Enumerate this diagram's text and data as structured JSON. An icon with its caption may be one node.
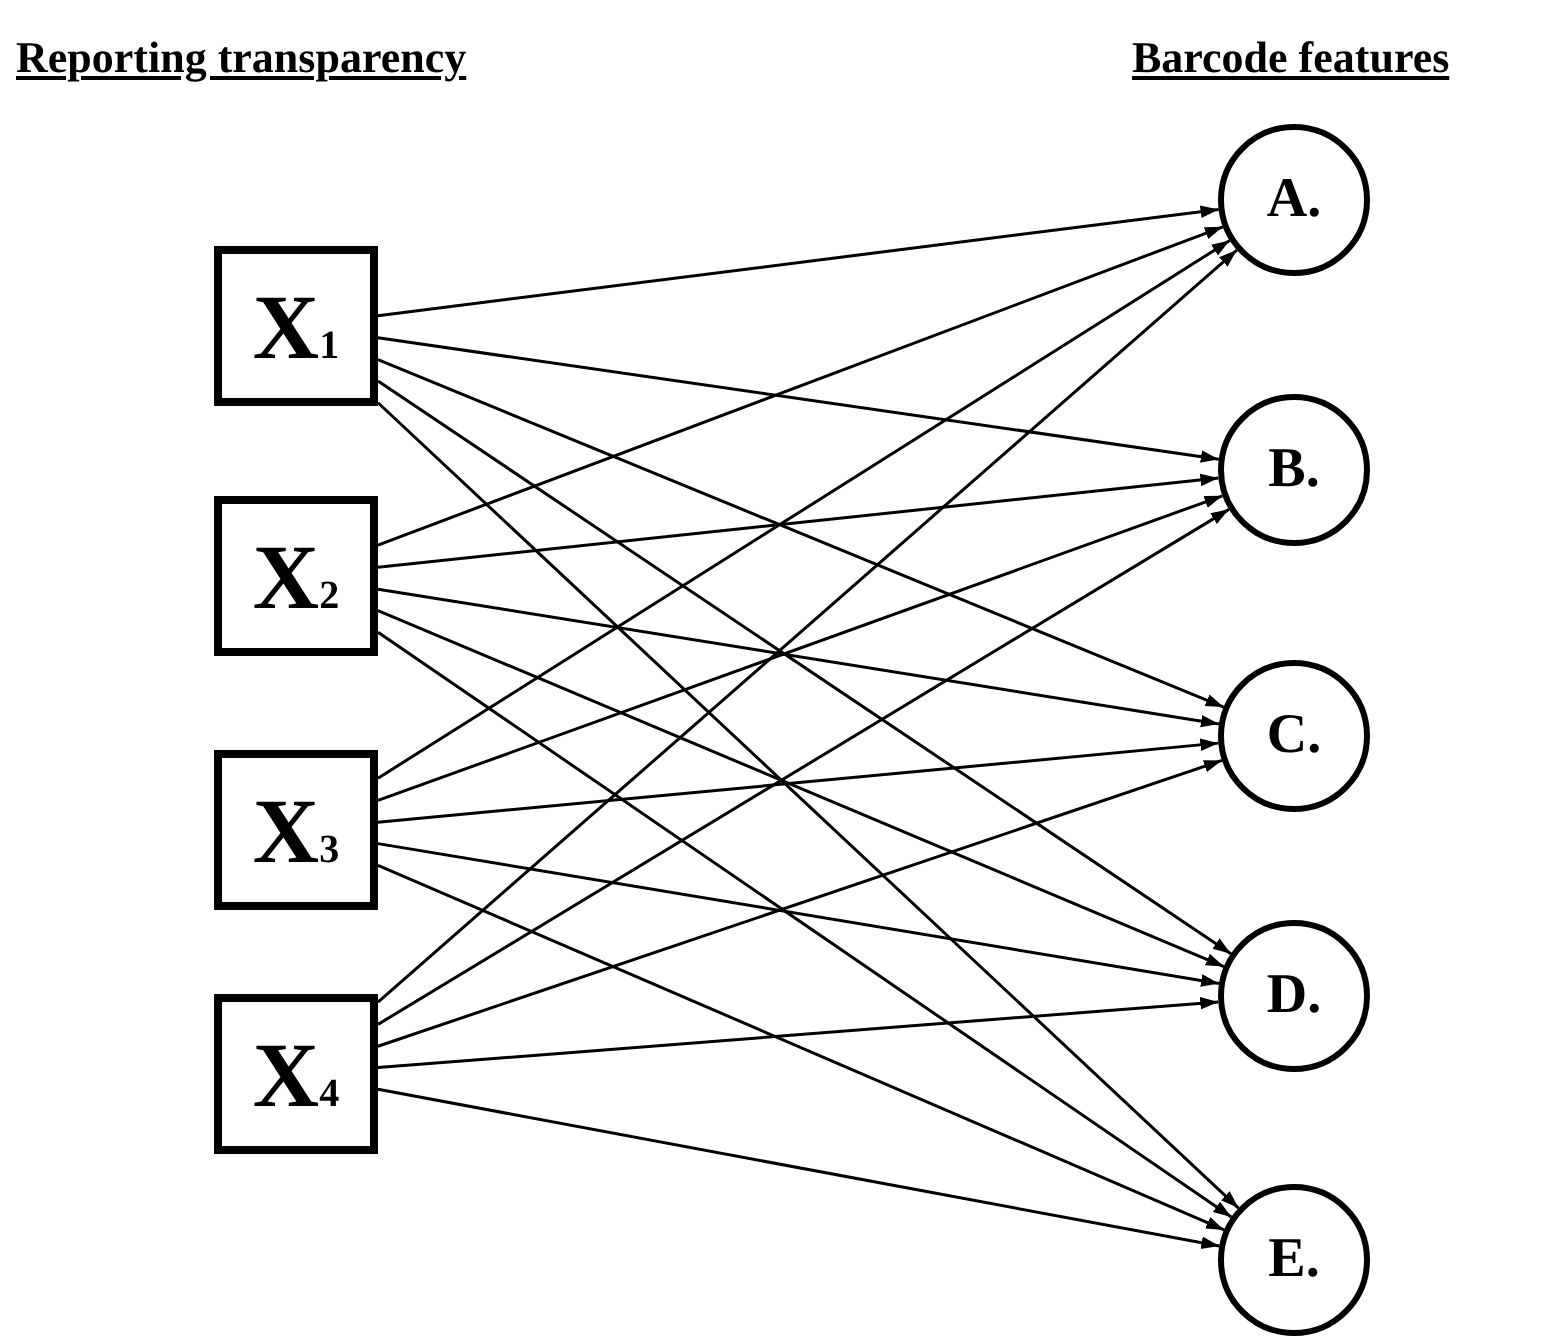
{
  "diagram": {
    "nodes": [
      {
        "text": [
          "X$_{1}$"
        ]
      },
      {
        "text": [
          "X$_{2}$"
        ]
      },
      {
        "text": [
          "X$_{3}$"
        ]
      },
      {
        "text": [
          "X$_{4}$"
        ]
      },
      {
        "text": [
          "A."
        ]
      },
      {
        "text": [
          "B."
        ]
      },
      {
        "text": [
          "C."
        ]
      },
      {
        "text": [
          "D."
        ]
      },
      {
        "text": [
          "E."
        ]
      }
    ],
    "edges": [
      {
        "from": 0,
        "to": 4,
        "arrow": "to"
      },
      {
        "from": 0,
        "to": 5,
        "arrow": "to"
      },
      {
        "from": 0,
        "to": 6,
        "arrow": "to"
      },
      {
        "from": 0,
        "to": 7,
        "arrow": "to"
      },
      {
        "from": 0,
        "to": 8,
        "arrow": "to"
      },
      {
        "from": 1,
        "to": 4,
        "arrow": "to"
      },
      {
        "from": 1,
        "to": 5,
        "arrow": "to"
      },
      {
        "from": 1,
        "to": 6,
        "arrow": "to"
      },
      {
        "from": 1,
        "to": 7,
        "arrow": "to"
      },
      {
        "from": 1,
        "to": 8,
        "arrow": "to"
      },
      {
        "from": 2,
        "to": 4,
        "arrow": "to"
      },
      {
        "from": 2,
        "to": 5,
        "arrow": "to"
      },
      {
        "from": 2,
        "to": 6,
        "arrow": "to"
      },
      {
        "from": 2,
        "to": 7,
        "arrow": "to"
      },
      {
        "from": 2,
        "to": 8,
        "arrow": "to"
      },
      {
        "from": 3,
        "to": 4,
        "arrow": "to"
      },
      {
        "from": 3,
        "to": 5,
        "arrow": "to"
      },
      {
        "from": 3,
        "to": 6,
        "arrow": "to"
      },
      {
        "from": 3,
        "to": 7,
        "arrow": "to"
      },
      {
        "from": 3,
        "to": 8,
        "arrow": "to"
      }
    ],
    "labels": [
      "Reporting transparency",
      "Barcode features"
    ]
  }
}
